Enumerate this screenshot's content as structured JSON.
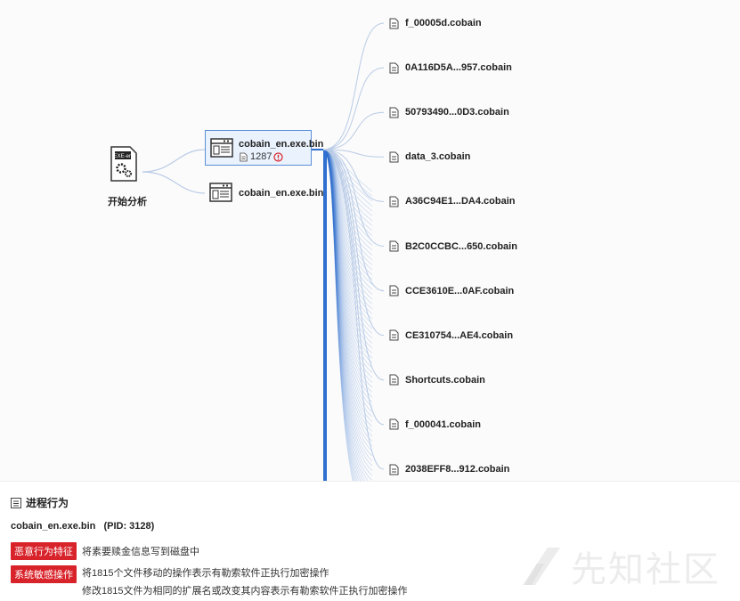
{
  "graph": {
    "root": {
      "icon": "exe-file-gear-icon",
      "icon_text": "EXE-en",
      "label": "开始分析"
    },
    "process_selected": {
      "name": "cobain_en.exe.bin",
      "file_count": "1287",
      "icon": "window-app-icon",
      "warn_icon": "alert-circle-icon"
    },
    "process_other": {
      "name": "cobain_en.exe.bin",
      "icon": "window-app-icon"
    },
    "files": [
      "f_00005d.cobain",
      "0A116D5A...957.cobain",
      "50793490...0D3.cobain",
      "data_3.cobain",
      "A36C94E1...DA4.cobain",
      "B2C0CCBC...650.cobain",
      "CCE3610E...0AF.cobain",
      "CE310754...AE4.cobain",
      "Shortcuts.cobain",
      "f_000041.cobain",
      "2038EFF8...912.cobain"
    ],
    "colors": {
      "edge": "#b9cbe6",
      "bundle": "#2f6fcf",
      "selected_border": "#5b8fd6",
      "warn": "#d8232a"
    }
  },
  "panel": {
    "title": "进程行为",
    "process_line": {
      "name": "cobain_en.exe.bin",
      "pid": "(PID: 3128)"
    },
    "rows": [
      {
        "tag": "恶意行为特征",
        "lines": [
          "将素要赎金信息写到磁盘中"
        ]
      },
      {
        "tag": "系统敏感操作",
        "lines": [
          "将1815个文件移动的操作表示有勒索软件正执行加密操作",
          "修改1815文件为相同的扩展名或改变其内容表示有勒索软件正执行加密操作"
        ]
      }
    ],
    "tag_color": "#d8232a"
  },
  "watermark": "先知社区"
}
